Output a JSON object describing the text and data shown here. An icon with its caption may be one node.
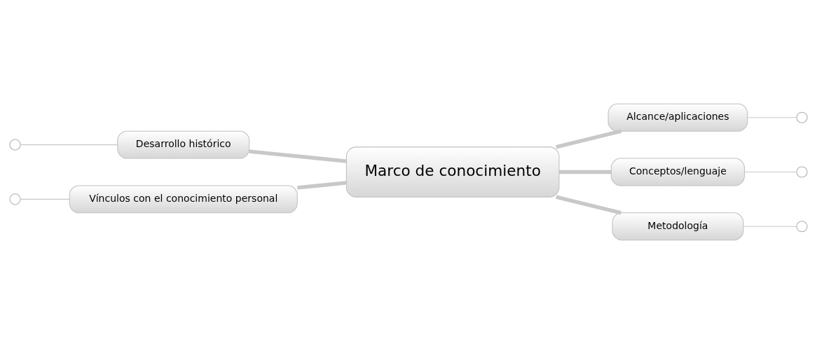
{
  "diagram": {
    "nodes": [
      {
        "text": [
          "Vínculos con el conocimiento personal"
        ]
      },
      {
        "text": [
          "Alcance/aplicaciones"
        ]
      },
      {
        "text": [
          "Marco de conocimiento"
        ]
      },
      {
        "text": [
          "Conceptos/lenguaje"
        ]
      },
      {
        "text": [
          "Desarrollo histórico"
        ]
      },
      {
        "text": [
          "Metodología"
        ]
      },
      {
        "text": [],
        "shape": "circle"
      },
      {
        "text": [],
        "shape": "circle"
      },
      {
        "text": [],
        "shape": "circle"
      },
      {
        "text": [],
        "shape": "circle"
      },
      {
        "text": [],
        "shape": "circle"
      }
    ],
    "edges": [
      {
        "from": 2,
        "to": 0,
        "arrow": "none",
        "style": "thick"
      },
      {
        "from": 2,
        "to": 1,
        "arrow": "none",
        "style": "thick"
      },
      {
        "from": 2,
        "to": 3,
        "arrow": "none",
        "style": "thick"
      },
      {
        "from": 2,
        "to": 4,
        "arrow": "none",
        "style": "thick"
      },
      {
        "from": 2,
        "to": 5,
        "arrow": "none",
        "style": "thick"
      },
      {
        "from": 0,
        "to": 6,
        "arrow": "none"
      },
      {
        "from": 1,
        "to": 7,
        "arrow": "none"
      },
      {
        "from": 3,
        "to": 8,
        "arrow": "none"
      },
      {
        "from": 4,
        "to": 9,
        "arrow": "none"
      },
      {
        "from": 5,
        "to": 10,
        "arrow": "none"
      }
    ]
  }
}
